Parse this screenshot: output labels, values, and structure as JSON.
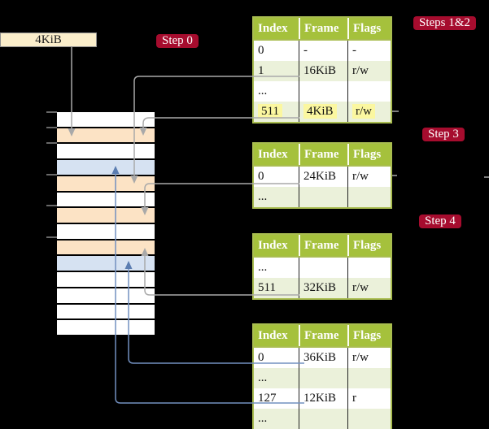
{
  "source_box": {
    "label": "4KiB"
  },
  "badges": {
    "step0": {
      "label": "Step 0"
    },
    "steps12": {
      "label": "Steps 1&2"
    },
    "step3": {
      "label": "Step 3"
    },
    "step4": {
      "label": "Step 4"
    }
  },
  "memory": {
    "frames": [
      "white",
      "orange",
      "white",
      "blue",
      "orange",
      "white",
      "orange",
      "white",
      "orange",
      "blue",
      "white",
      "white",
      "white",
      "white"
    ]
  },
  "tables": [
    {
      "name": "page-table-steps-1-2",
      "headers": [
        "Index",
        "Frame",
        "Flags"
      ],
      "highlighted_row": "511",
      "rows": [
        {
          "cells": [
            "0",
            "-",
            "-"
          ]
        },
        {
          "cells": [
            "1",
            "16KiB",
            "r/w"
          ]
        },
        {
          "cells": [
            "...",
            "",
            ""
          ]
        },
        {
          "cells": [
            "511",
            "4KiB",
            "r/w"
          ]
        }
      ]
    },
    {
      "name": "page-table-step-3",
      "headers": [
        "Index",
        "Frame",
        "Flags"
      ],
      "rows": [
        {
          "cells": [
            "0",
            "24KiB",
            "r/w"
          ]
        },
        {
          "cells": [
            "...",
            "",
            ""
          ]
        }
      ]
    },
    {
      "name": "page-table-step-4",
      "headers": [
        "Index",
        "Frame",
        "Flags"
      ],
      "rows": [
        {
          "cells": [
            "...",
            "",
            ""
          ]
        },
        {
          "cells": [
            "511",
            "32KiB",
            "r/w"
          ]
        }
      ]
    },
    {
      "name": "page-table-level-1",
      "headers": [
        "Index",
        "Frame",
        "Flags"
      ],
      "rows": [
        {
          "cells": [
            "0",
            "36KiB",
            "r/w"
          ]
        },
        {
          "cells": [
            "...",
            "",
            ""
          ]
        },
        {
          "cells": [
            "127",
            "12KiB",
            "r"
          ]
        },
        {
          "cells": [
            "...",
            "",
            ""
          ]
        }
      ]
    }
  ],
  "colors": {
    "background": "#000000",
    "badge_red": "#a60c2e",
    "table_header_green": "#a5c13c",
    "table_border_olive": "#a9bd50",
    "row_light_green": "#ebf1da",
    "yellow_highlight": "#fbf7a0",
    "frame_orange": "#fce3c5",
    "frame_blue": "#d6e2f2",
    "source_box_cream": "#fbeecb",
    "wire_gray": "#a9a9a9",
    "wire_blue": "#7290c0"
  }
}
